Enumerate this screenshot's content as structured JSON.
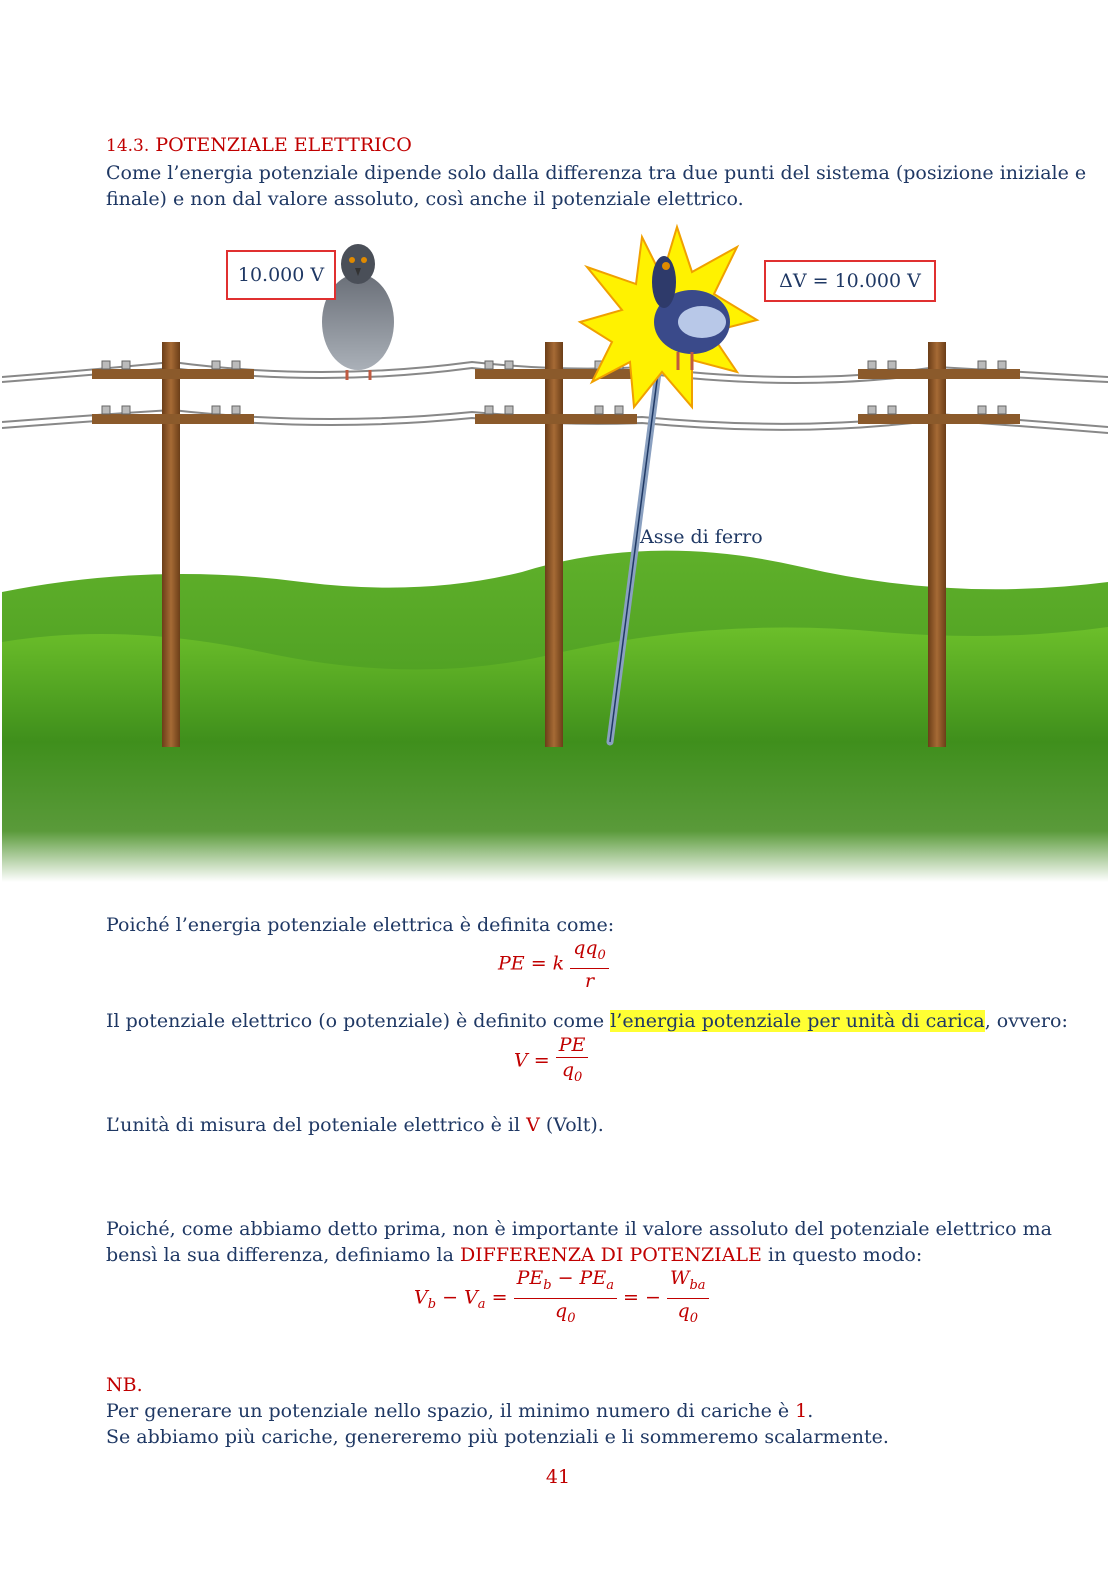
{
  "section": {
    "number": "14.3.",
    "title": "POTENZIALE ELETTRICO"
  },
  "intro": {
    "line1": "Come l’energia potenziale dipende solo dalla differenza tra due punti del sistema (posizione iniziale e",
    "line2": "finale) e non dal valore assoluto, così anche il potenziale elettrico."
  },
  "illustration": {
    "label_left": "10.000 V",
    "label_right": "ΔV = 10.000 V",
    "iron_bar_label": "Asse di ferro",
    "colors": {
      "sky": "#ffffff",
      "grass": "#4a9a1e",
      "pole": "#8b5a2b",
      "box_border": "#e03030",
      "burst": "#fff200"
    }
  },
  "pe_intro": "Poiché l’energia potenziale elettrica è definita come:",
  "pe_formula": {
    "lhs": "PE = k ",
    "numerator": "qq",
    "numerator_sub": "0",
    "denominator": "r"
  },
  "potential_def": {
    "before": "Il potenziale elettrico (o potenziale) è definito come ",
    "highlight": "l’energia potenziale per unità di carica",
    "after": ", ovvero:"
  },
  "v_formula": {
    "lhs": "V = ",
    "numerator": "PE",
    "denominator": "q",
    "denominator_sub": "0"
  },
  "unit_line": {
    "before": "L’unità di misura del poteniale elettrico è il ",
    "unit": "V",
    "after": " (Volt)."
  },
  "diff_para": {
    "line1": "Poiché, come abbiamo detto prima, non è importante il valore assoluto del potenziale elettrico ma",
    "line2_before": "bensì la sua differenza, definiamo la ",
    "line2_red": "DIFFERENZA DI POTENZIALE",
    "line2_after": " in questo modo:"
  },
  "diff_formula": {
    "lhs_vb": "V",
    "lhs_vb_sub": "b",
    "minus": " − ",
    "lhs_va": "V",
    "lhs_va_sub": "a",
    "eq1": " = ",
    "num1_a": "PE",
    "num1_a_sub": "b",
    "num1_minus": " − ",
    "num1_b": "PE",
    "num1_b_sub": "a",
    "den1": "q",
    "den1_sub": "0",
    "eq2": " = − ",
    "num2": "W",
    "num2_sub": "ba",
    "den2": "q",
    "den2_sub": "0"
  },
  "nb": {
    "label": "NB.",
    "line1_before": "Per generare un potenziale nello spazio, il minimo numero di cariche è ",
    "line1_red": "1",
    "line1_after": ".",
    "line2": "Se abbiamo più cariche, genereremo più potenziali e li sommeremo scalarmente."
  },
  "page_number": "41"
}
